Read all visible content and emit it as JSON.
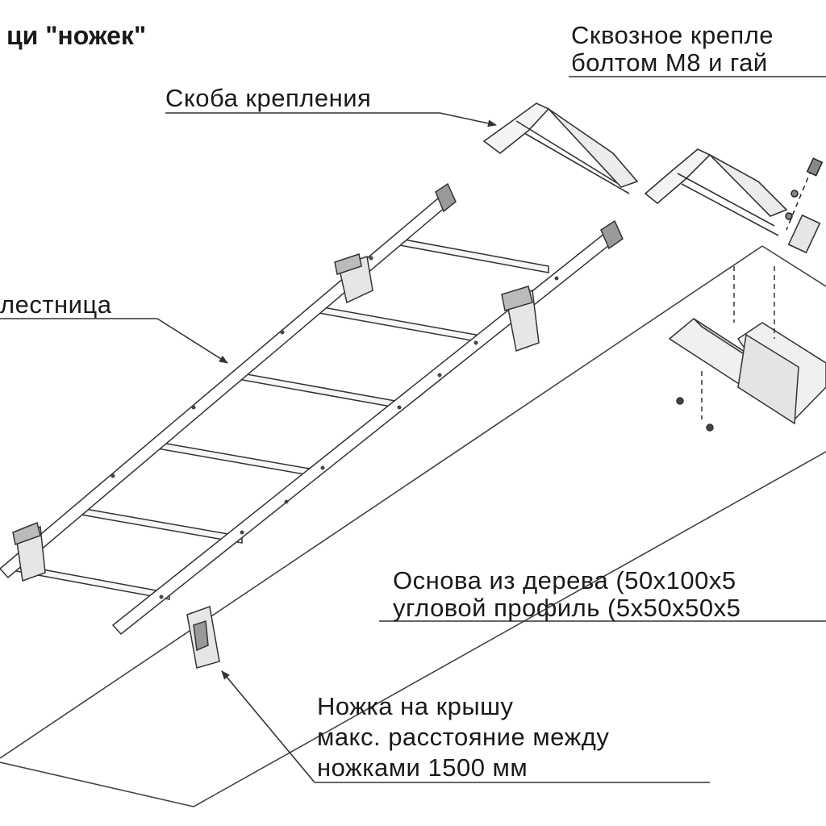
{
  "header": {
    "title": "ци \"ножек\""
  },
  "labels": {
    "bolt_line1": "Сквозное крепле",
    "bolt_line2": "болтом М8 и гай",
    "bracket": "Скоба крепления",
    "ladder": "лестница",
    "base_line1": "Основа из дерева (50x100x5",
    "base_line2": "угловой профиль (5x50x50x5",
    "foot_line1": "Ножка на крышу",
    "foot_line2": "макс. расстояние между",
    "foot_line3": "ножками 1500 мм"
  },
  "colors": {
    "line": "#333333",
    "text": "#1a1a1a",
    "background": "#ffffff"
  }
}
